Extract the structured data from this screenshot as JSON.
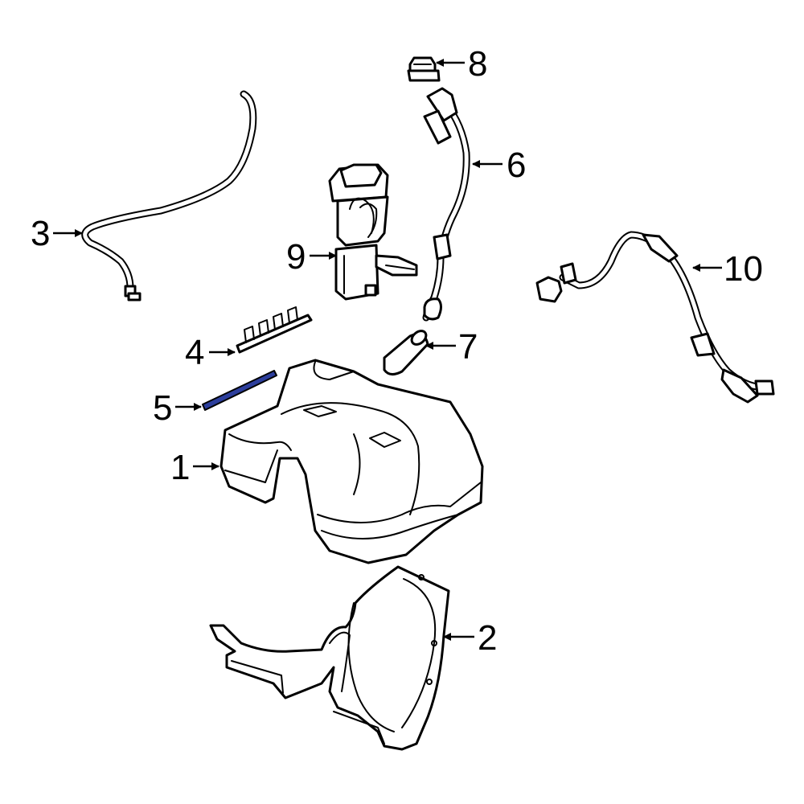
{
  "callouts": {
    "c1": "1",
    "c2": "2",
    "c3": "3",
    "c4": "4",
    "c5": "5",
    "c6": "6",
    "c7": "7",
    "c8": "8",
    "c9": "9",
    "c10": "10"
  },
  "colors": {
    "line": "#000000",
    "highlight": "#2c3e9c",
    "background": "#ffffff"
  }
}
